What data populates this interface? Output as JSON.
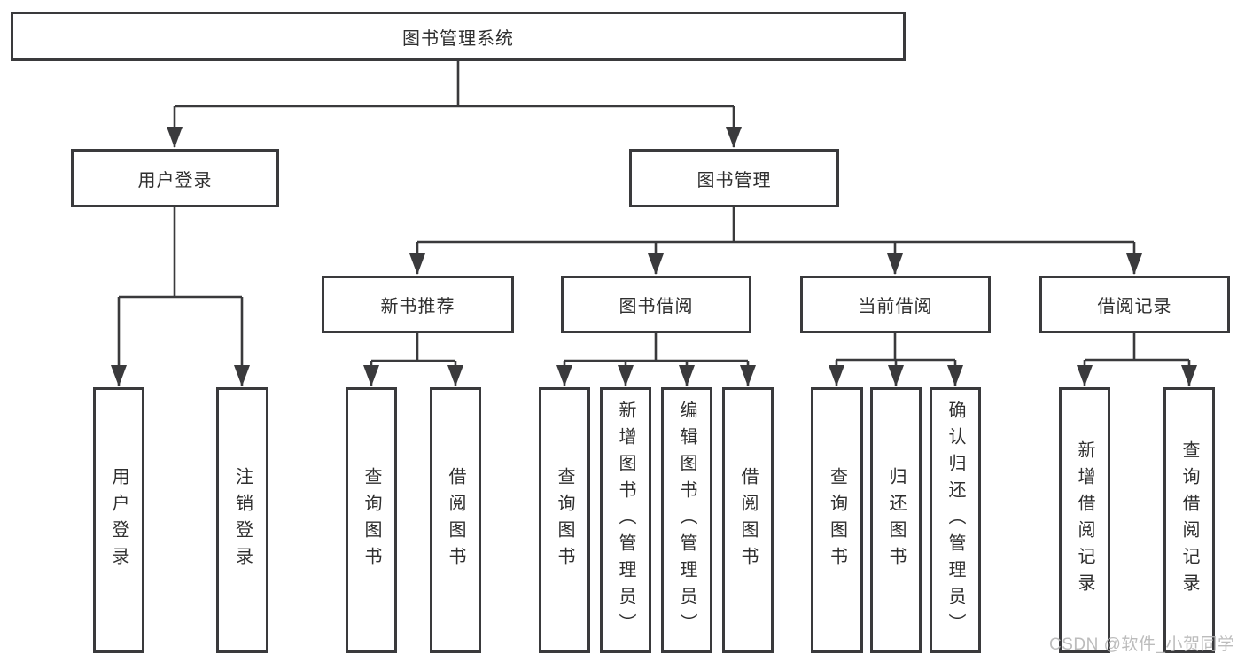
{
  "diagram": {
    "type": "hierarchy-tree",
    "title": "图书管理系统",
    "watermark": "CSDN @软件_小贺同学",
    "colors": {
      "line": "#3a3a3c",
      "border": "#3a3a3c",
      "text": "#2f2f2f",
      "watermark": "#b5b5b5",
      "background": "#ffffff"
    },
    "nodes": [
      {
        "id": "root",
        "label": "图书管理系统",
        "parent": null,
        "level": 1
      },
      {
        "id": "user-login",
        "label": "用户登录",
        "parent": "root",
        "level": 2
      },
      {
        "id": "book-management",
        "label": "图书管理",
        "parent": "root",
        "level": 2
      },
      {
        "id": "new-book-recommend",
        "label": "新书推荐",
        "parent": "book-management",
        "level": 3
      },
      {
        "id": "book-borrowing",
        "label": "图书借阅",
        "parent": "book-management",
        "level": 3
      },
      {
        "id": "current-borrowing",
        "label": "当前借阅",
        "parent": "book-management",
        "level": 3
      },
      {
        "id": "borrowing-records",
        "label": "借阅记录",
        "parent": "book-management",
        "level": 3
      },
      {
        "id": "leaf-user-login",
        "label": "用户登录",
        "parent": "user-login",
        "level": 4
      },
      {
        "id": "leaf-logout",
        "label": "注销登录",
        "parent": "user-login",
        "level": 4
      },
      {
        "id": "leaf-search-books-1",
        "label": "查询图书",
        "parent": "new-book-recommend",
        "level": 4
      },
      {
        "id": "leaf-borrow-books-1",
        "label": "借阅图书",
        "parent": "new-book-recommend",
        "level": 4
      },
      {
        "id": "leaf-search-books-2",
        "label": "查询图书",
        "parent": "book-borrowing",
        "level": 4
      },
      {
        "id": "leaf-add-books-admin",
        "label": "新增图书（管理员）",
        "parent": "book-borrowing",
        "level": 4
      },
      {
        "id": "leaf-edit-books-admin",
        "label": "编辑图书（管理员）",
        "parent": "book-borrowing",
        "level": 4
      },
      {
        "id": "leaf-borrow-books-2",
        "label": "借阅图书",
        "parent": "book-borrowing",
        "level": 4
      },
      {
        "id": "leaf-search-books-3",
        "label": "查询图书",
        "parent": "current-borrowing",
        "level": 4
      },
      {
        "id": "leaf-return-books",
        "label": "归还图书",
        "parent": "current-borrowing",
        "level": 4
      },
      {
        "id": "leaf-confirm-return-admin",
        "label": "确认归还（管理员）",
        "parent": "current-borrowing",
        "level": 4
      },
      {
        "id": "leaf-add-borrow-record",
        "label": "新增借阅记录",
        "parent": "borrowing-records",
        "level": 4
      },
      {
        "id": "leaf-search-borrow-record",
        "label": "查询借阅记录",
        "parent": "borrowing-records",
        "level": 4
      }
    ]
  }
}
